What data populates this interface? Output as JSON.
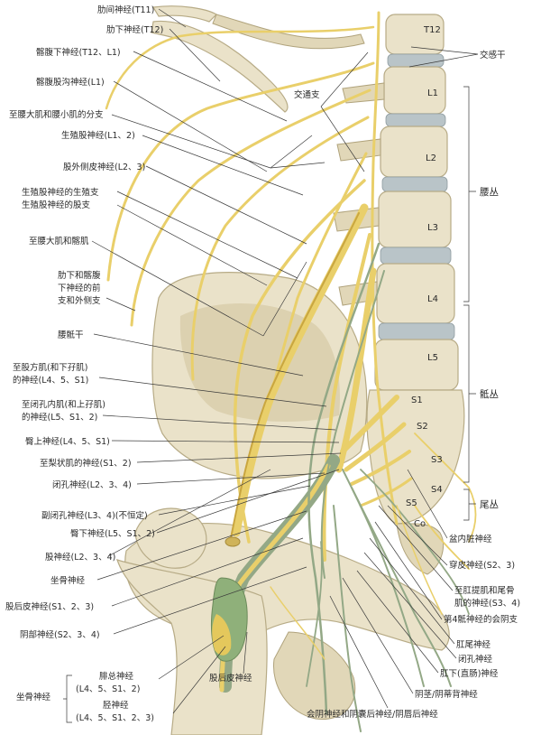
{
  "labels": {
    "left": [
      "肋间神经(T11)",
      "肋下神经(T12)",
      "髂腹下神经(T12、L1)",
      "髂腹股沟神经(L1)",
      "至腰大肌和腰小肌的分支",
      "生殖股神经(L1、2)",
      "股外侧皮神经(L2、3)",
      "生殖股神经的生殖支",
      "生殖股神经的股支",
      "至腰大肌和髂肌",
      "肋下和髂腹",
      "下神经的前",
      "支和外侧支",
      "腰骶干",
      "至股方肌(和下孖肌)",
      "的神经(L4、5、S1)",
      "至闭孔内肌(和上孖肌)",
      "的神经(L5、S1、2)",
      "臀上神经(L4、5、S1)",
      "至梨状肌的神经(S1、2)",
      "闭孔神经(L2、3、4)",
      "副闭孔神经(L3、4)(不恒定)",
      "臀下神经(L5、S1、2)",
      "股神经(L2、3、4)",
      "坐骨神经",
      "股后皮神经(S1、2、3)",
      "阴部神经(S2、3、4)"
    ],
    "sciatic_group": {
      "name": "坐骨神经",
      "common_peroneal": [
        "腓总神经",
        "(L4、5、S1、2)"
      ],
      "tibial": [
        "胫神经",
        "(L4、5、S1、2、3)"
      ]
    },
    "center": {
      "communicating_branch": "交通支",
      "post_cutaneous": "股后皮神经"
    },
    "bottom": [
      "阴茎/阴蒂背神经",
      "会阴神经和阴囊后神经/阴唇后神经"
    ],
    "right": [
      "交感干",
      "盆内脏神经",
      "穿皮神经(S2、3)",
      "至肛提肌和尾骨",
      "肌的神经(S3、4)",
      "第4骶神经的会阴支",
      "肛尾神经",
      "闭孔神经",
      "肛下(直肠)神经"
    ],
    "plexus": [
      "腰丛",
      "骶丛",
      "尾丛"
    ],
    "vertebrae": [
      "T12",
      "L1",
      "L2",
      "L3",
      "L4",
      "L5",
      "S1",
      "S2",
      "S3",
      "S4",
      "S5",
      "Co"
    ]
  }
}
